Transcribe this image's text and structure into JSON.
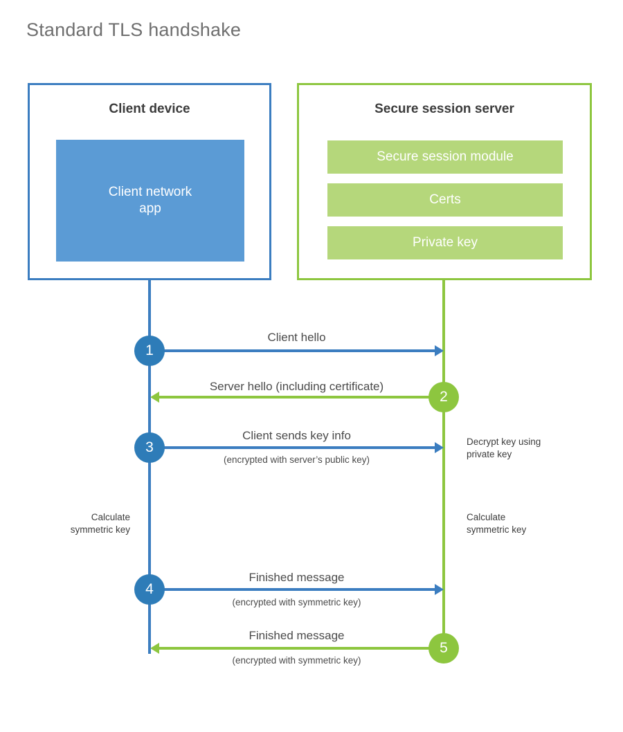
{
  "title": "Standard TLS handshake",
  "colors": {
    "client_accent": "#3b7dc0",
    "client_circle": "#2e7cb8",
    "client_block_fill": "#5b9bd5",
    "server_accent": "#8dc63f",
    "server_block_fill": "#b5d77b",
    "title_text": "#6f6f6f",
    "body_text": "#4a4a4a",
    "background": "#ffffff"
  },
  "client": {
    "heading": "Client device",
    "block": "Client network\napp"
  },
  "server": {
    "heading": "Secure session server",
    "blocks": [
      {
        "label": "Secure session module"
      },
      {
        "label": "Certs"
      },
      {
        "label": "Private key"
      }
    ]
  },
  "steps": [
    {
      "number": "1",
      "direction": "client-to-server",
      "actor": "client",
      "label": "Client hello",
      "sublabel": ""
    },
    {
      "number": "2",
      "direction": "server-to-client",
      "actor": "server",
      "label": "Server hello (including certificate)",
      "sublabel": ""
    },
    {
      "number": "3",
      "direction": "client-to-server",
      "actor": "client",
      "label": "Client sends key info",
      "sublabel": "(encrypted with server’s public key)"
    },
    {
      "number": "4",
      "direction": "client-to-server",
      "actor": "client",
      "label": "Finished message",
      "sublabel": "(encrypted with symmetric key)"
    },
    {
      "number": "5",
      "direction": "server-to-client",
      "actor": "server",
      "label": "Finished message",
      "sublabel": "(encrypted with symmetric key)"
    }
  ],
  "notes": {
    "server_decrypt": "Decrypt key using\nprivate key",
    "client_calculate": "Calculate\nsymmetric key",
    "server_calculate": "Calculate\nsymmetric key"
  }
}
